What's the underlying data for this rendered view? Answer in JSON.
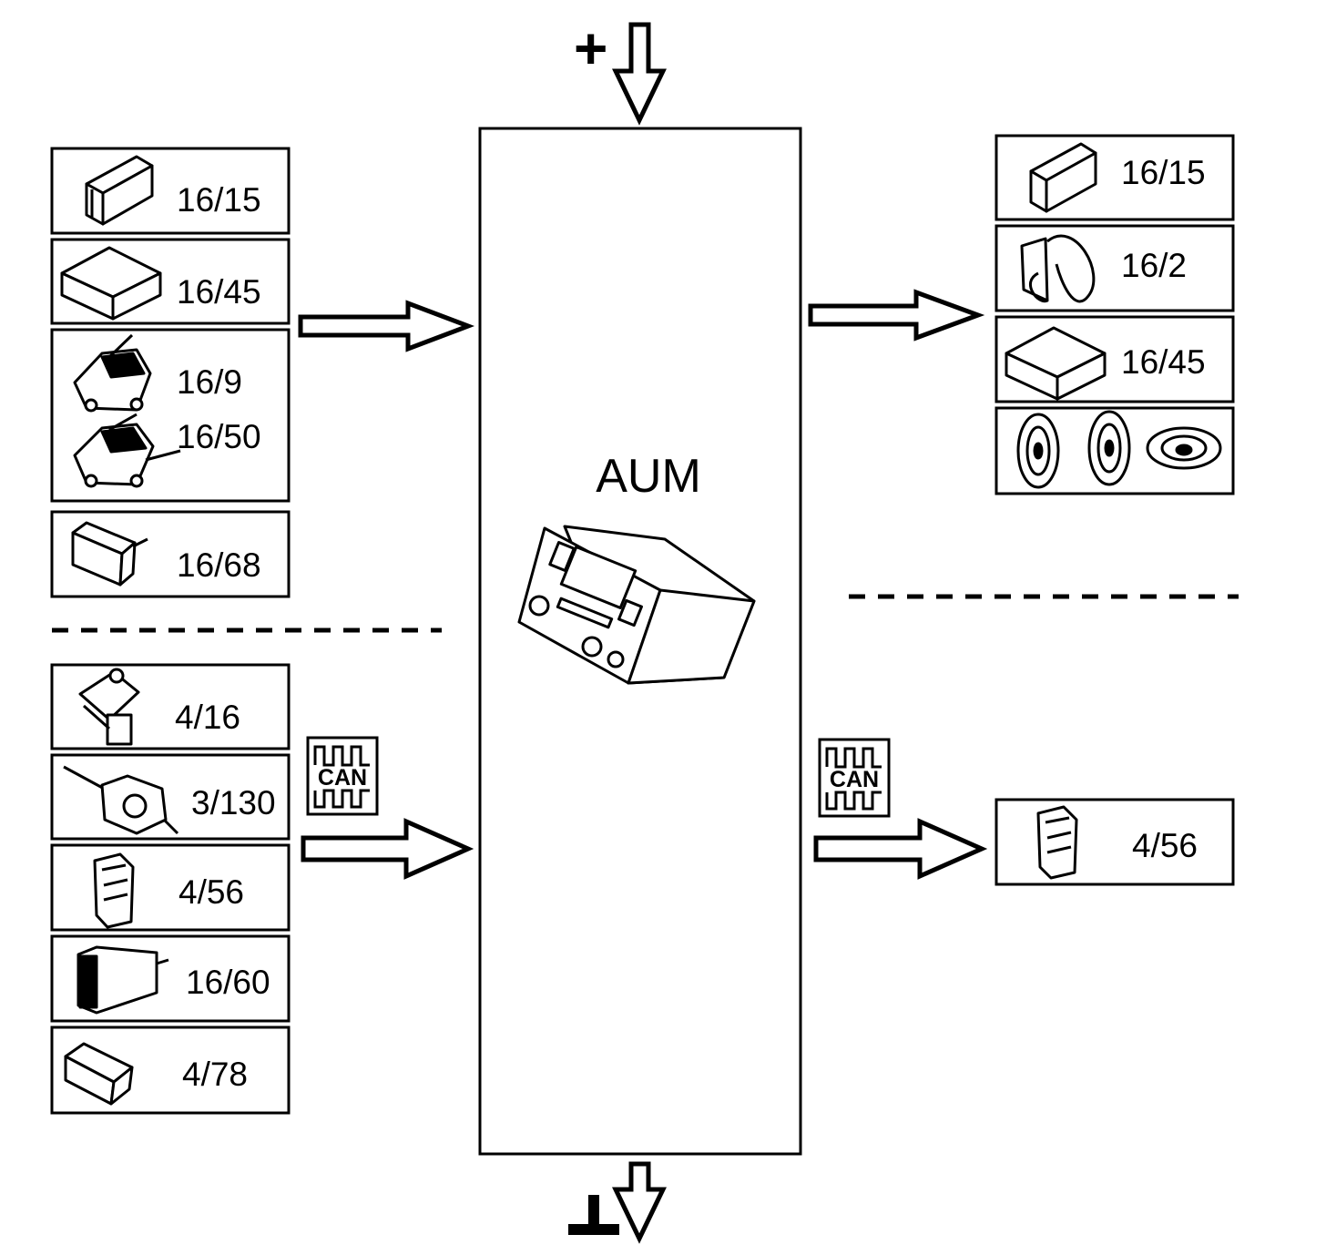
{
  "symbols": {
    "power": "+",
    "ground": "⊥"
  },
  "center": {
    "label": "AUM",
    "icon": "audio-head-unit-icon"
  },
  "can_label": "CAN",
  "left_upper": [
    {
      "label": "16/15",
      "icon": "module-pack-icon"
    },
    {
      "label": "16/45",
      "icon": "flat-box-unit-icon"
    },
    {
      "label": "16/9",
      "icon": "car-antenna-icon"
    },
    {
      "label": "16/50",
      "icon": "car-antenna-icon"
    },
    {
      "label": "16/68",
      "icon": "small-module-icon"
    }
  ],
  "left_lower": [
    {
      "label": "4/16",
      "icon": "control-module-icon"
    },
    {
      "label": "3/130",
      "icon": "steering-switch-icon"
    },
    {
      "label": "4/56",
      "icon": "remote-key-icon"
    },
    {
      "label": "16/60",
      "icon": "connector-module-icon"
    },
    {
      "label": "4/78",
      "icon": "keypad-module-icon"
    }
  ],
  "right_upper": [
    {
      "label": "16/15",
      "icon": "module-pack-icon"
    },
    {
      "label": "16/2",
      "icon": "headset-cable-icon"
    },
    {
      "label": "16/45",
      "icon": "flat-box-unit-icon"
    },
    {
      "label": "",
      "icon": "speakers-icon"
    }
  ],
  "right_lower": [
    {
      "label": "4/56",
      "icon": "remote-key-icon"
    }
  ]
}
